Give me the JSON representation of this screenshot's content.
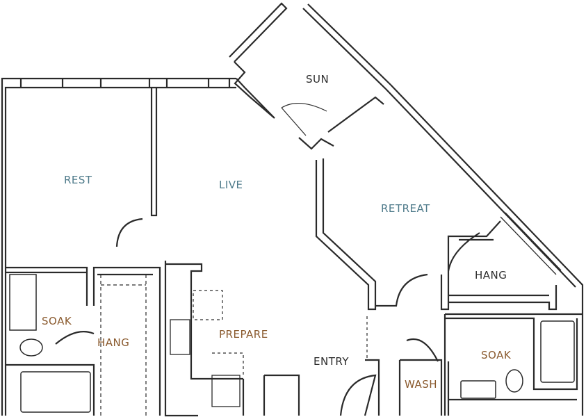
{
  "colors": {
    "wall": "#2a2a2a",
    "living_label": "#4e7a8a",
    "service_label": "#8a5a2e",
    "neutral_label": "#2b2b2b"
  },
  "rooms": {
    "sun": "SUN",
    "rest": "REST",
    "live": "LIVE",
    "retreat": "RETREAT",
    "hang_right": "HANG",
    "soak_left": "SOAK",
    "hang_left": "HANG",
    "prepare": "PREPARE",
    "entry": "ENTRY",
    "soak_right": "SOAK",
    "wash": "WASH"
  }
}
